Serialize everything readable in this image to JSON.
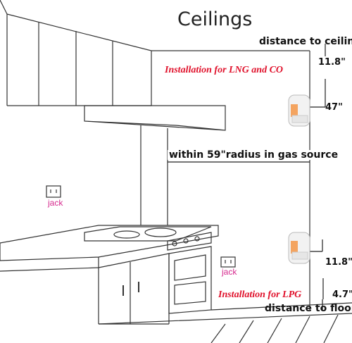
{
  "title": "Ceilings",
  "labels": {
    "distance_to_ceiling": "distance to ceiling",
    "lng_co_install": "Installation for LNG and CO",
    "lpg_install": "Installation for LPG",
    "radius_note": "within 59\"radius in gas source",
    "distance_to_floor": "distance to floor",
    "jack_left": "jack",
    "jack_right": "jack"
  },
  "measurements": {
    "top_ceiling": "11.8\"",
    "top_detector": "47\"",
    "bottom_detector": "11.8\"",
    "bottom_floor": "4.7\""
  },
  "colors": {
    "line": "#333333",
    "red_text": "#e0112b",
    "jack_text": "#d62c8f",
    "detector_orange": "#f4a460"
  }
}
